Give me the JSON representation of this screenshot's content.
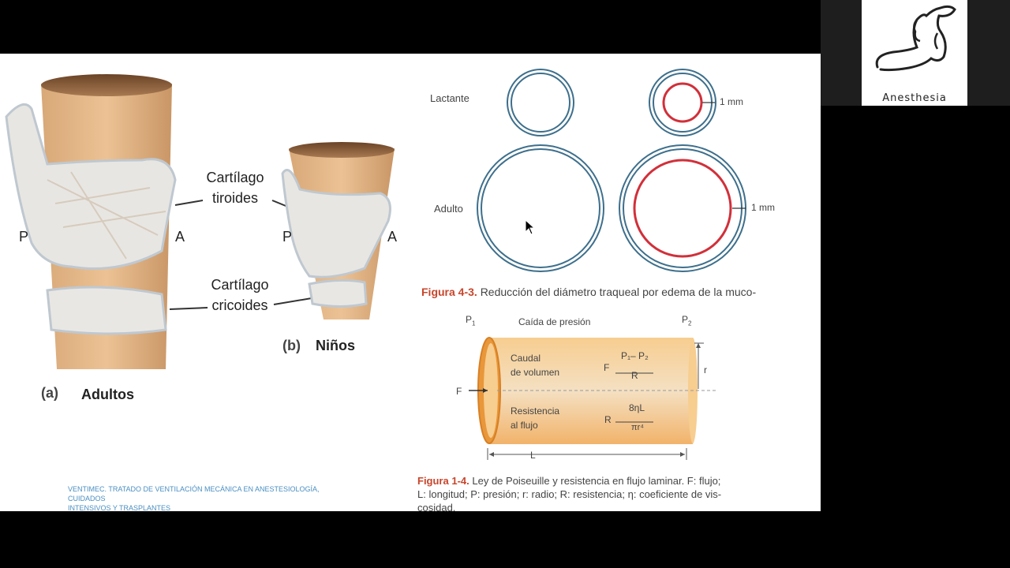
{
  "left_figure": {
    "label_cartilago_tiroides": "Cartílago\ntiroides",
    "label_cartilago_cricoides": "Cartílago\ncricoides",
    "adult_p": "P",
    "adult_a": "A",
    "child_p": "P",
    "child_a": "A",
    "adult_letter": "(a)",
    "adult_caption": "Adultos",
    "child_letter": "(b)",
    "child_caption": "Niños"
  },
  "figure_4_3": {
    "row1_label": "Lactante",
    "row2_label": "Adulto",
    "mm_label_1": "1 mm",
    "mm_label_2": "1 mm",
    "caption_fig": "Figura 4-3.",
    "caption_text": "Reducción del diámetro traqueal por edema de la muco-"
  },
  "figure_1_4": {
    "p1": "P",
    "p1_sub": "1",
    "p2": "P",
    "p2_sub": "2",
    "pressure_drop": "Caída de presión",
    "flow_label_1": "Caudal",
    "flow_label_2": "de volumen",
    "f_symbol": "F",
    "flow_num": "P₁– P₂",
    "flow_den": "R",
    "resistance_label_1": "Resistencia",
    "resistance_label_2": "al flujo",
    "r_symbol": "R",
    "res_num": "8ηL",
    "res_den": "πr⁴",
    "radius": "r",
    "length": "L",
    "f_arrow": "F",
    "caption_fig": "Figura 1-4.",
    "caption_line1": "Ley de Poiseuille y resistencia en flujo laminar. F: flujo;",
    "caption_line2": "L: longitud; P: presión; r: radio; R: resistencia; η: coeficiente de vis-",
    "caption_line3": "cosidad."
  },
  "footer": {
    "line1": "VENTIMEC. TRATADO DE VENTILACIÓN MECÁNICA EN ANESTESIOLOGÍA, CUIDADOS",
    "line2": "INTENSIVOS Y TRASPLANTES"
  },
  "logo": {
    "text": "Anesthesia"
  },
  "colors": {
    "accent_red": "#c8452b",
    "ring_blue": "#3d6f8c",
    "ring_red": "#d1303a",
    "tube_orange": "#f2b36a",
    "footer_blue": "#4a8fc2"
  }
}
